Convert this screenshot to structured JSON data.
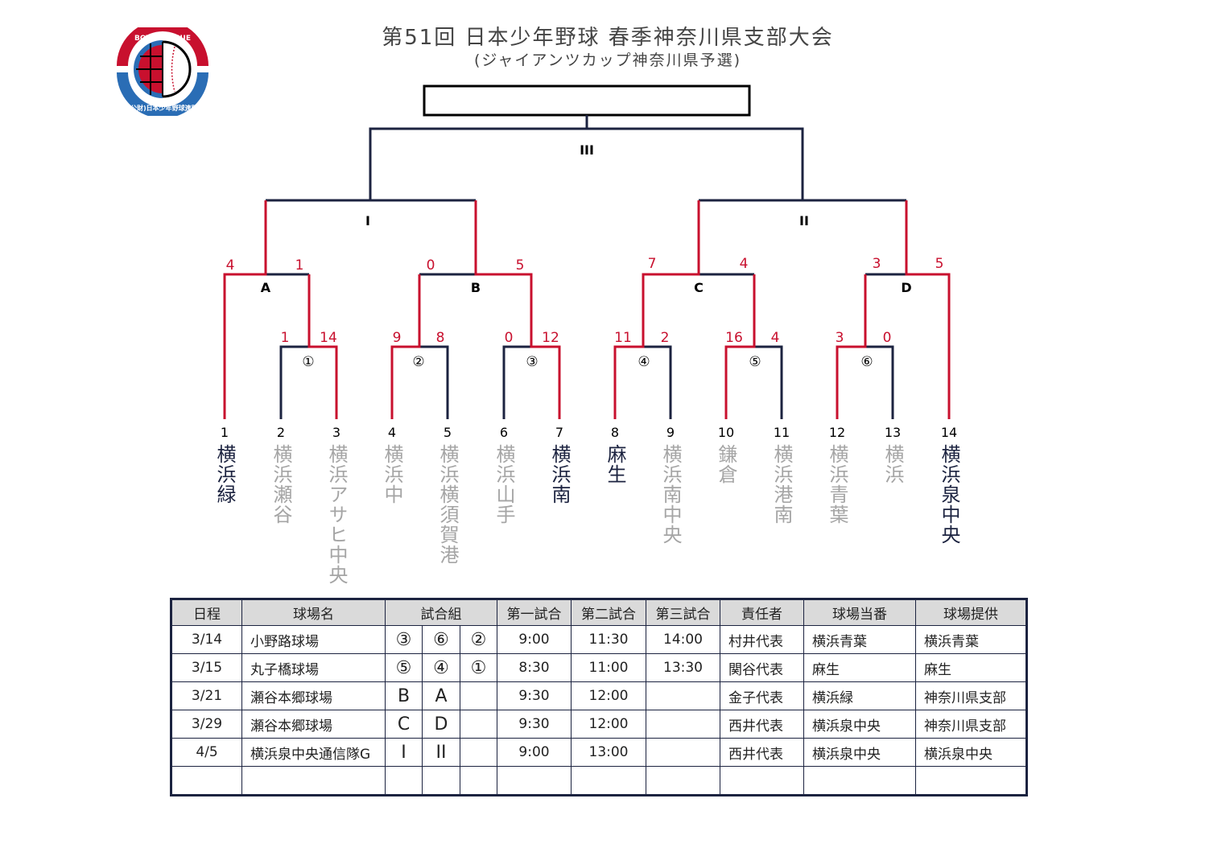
{
  "title": "第51回 日本少年野球 春季神奈川県支部大会",
  "subtitle": "(ジャイアンツカップ神奈川県予選)",
  "logo": {
    "top_text": "BOYS LEAGUE",
    "bottom_text": "(公財)日本少年野球連盟"
  },
  "colors": {
    "winner": "#c8102e",
    "line": "#1c2340"
  },
  "teams": [
    {
      "no": "1",
      "name": "横浜緑",
      "active": true
    },
    {
      "no": "2",
      "name": "横浜瀬谷",
      "active": false
    },
    {
      "no": "3",
      "name": "横浜アサヒ中央",
      "active": false
    },
    {
      "no": "4",
      "name": "横浜中",
      "active": false
    },
    {
      "no": "5",
      "name": "横浜横須賀港",
      "active": false
    },
    {
      "no": "6",
      "name": "横浜山手",
      "active": false
    },
    {
      "no": "7",
      "name": "横浜南",
      "active": true
    },
    {
      "no": "8",
      "name": "麻生",
      "active": true
    },
    {
      "no": "9",
      "name": "横浜南中央",
      "active": false
    },
    {
      "no": "10",
      "name": "鎌倉",
      "active": false
    },
    {
      "no": "11",
      "name": "横浜港南",
      "active": false
    },
    {
      "no": "12",
      "name": "横浜青葉",
      "active": false
    },
    {
      "no": "13",
      "name": "横浜",
      "active": false
    },
    {
      "no": "14",
      "name": "横浜泉中央",
      "active": true
    }
  ],
  "matches": {
    "m1": {
      "label": "①",
      "scores": [
        "1",
        "14"
      ]
    },
    "m2": {
      "label": "②",
      "scores": [
        "9",
        "8"
      ]
    },
    "m3": {
      "label": "③",
      "scores": [
        "0",
        "12"
      ]
    },
    "m4": {
      "label": "④",
      "scores": [
        "11",
        "2"
      ]
    },
    "m5": {
      "label": "⑤",
      "scores": [
        "16",
        "4"
      ]
    },
    "m6": {
      "label": "⑥",
      "scores": [
        "3",
        "0"
      ]
    },
    "A": {
      "label": "A",
      "scores": [
        "4",
        "1"
      ]
    },
    "B": {
      "label": "B",
      "scores": [
        "0",
        "5"
      ]
    },
    "C": {
      "label": "C",
      "scores": [
        "7",
        "4"
      ]
    },
    "D": {
      "label": "D",
      "scores": [
        "3",
        "5"
      ]
    },
    "I": {
      "label": "I"
    },
    "II": {
      "label": "II"
    },
    "III": {
      "label": "III"
    }
  },
  "schedule": {
    "headers": [
      "日程",
      "球場名",
      "試合組",
      "第一試合",
      "第二試合",
      "第三試合",
      "責任者",
      "球場当番",
      "球場提供"
    ],
    "rows": [
      {
        "date": "3/14",
        "venue": "小野路球場",
        "games": [
          "③",
          "⑥",
          "②"
        ],
        "t1": "9:00",
        "t2": "11:30",
        "t3": "14:00",
        "manager": "村井代表",
        "duty": "横浜青葉",
        "provider": "横浜青葉"
      },
      {
        "date": "3/15",
        "venue": "丸子橋球場",
        "games": [
          "⑤",
          "④",
          "①"
        ],
        "t1": "8:30",
        "t2": "11:00",
        "t3": "13:30",
        "manager": "関谷代表",
        "duty": "麻生",
        "provider": "麻生"
      },
      {
        "date": "3/21",
        "venue": "瀬谷本郷球場",
        "games": [
          "B",
          "A",
          ""
        ],
        "t1": "9:30",
        "t2": "12:00",
        "t3": "",
        "manager": "金子代表",
        "duty": "横浜緑",
        "provider": "神奈川県支部"
      },
      {
        "date": "3/29",
        "venue": "瀬谷本郷球場",
        "games": [
          "C",
          "D",
          ""
        ],
        "t1": "9:30",
        "t2": "12:00",
        "t3": "",
        "manager": "西井代表",
        "duty": "横浜泉中央",
        "provider": "神奈川県支部"
      },
      {
        "date": "4/5",
        "venue": "横浜泉中央通信隊G",
        "games": [
          "I",
          "II",
          ""
        ],
        "t1": "9:00",
        "t2": "13:00",
        "t3": "",
        "manager": "西井代表",
        "duty": "横浜泉中央",
        "provider": "横浜泉中央"
      }
    ]
  }
}
